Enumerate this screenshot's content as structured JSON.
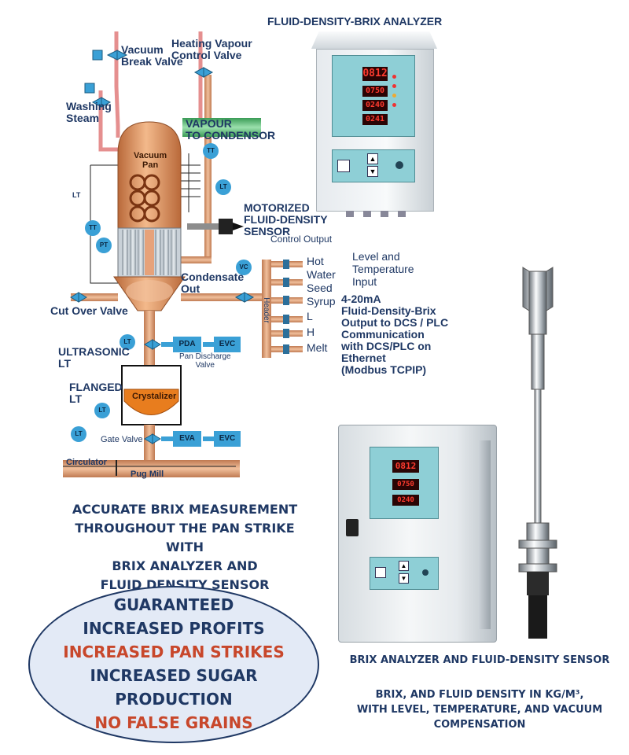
{
  "analyzer_title": "FLUID-DENSITY-BRIX ANALYZER",
  "labels": {
    "vacuum_break_valve": [
      "Vacuum",
      "Break Valve"
    ],
    "heating_vapour_control_valve": [
      "Heating Vapour",
      "Control Valve"
    ],
    "washing_steam": [
      "Washing",
      "Steam"
    ],
    "vapour_to_condensor": [
      "VAPOUR",
      "TO CONDENSOR"
    ],
    "vacuum_pan": [
      "Vacuum",
      "Pan"
    ],
    "motorized_sensor": [
      "MOTORIZED",
      "FLUID-DENSITY",
      "SENSOR"
    ],
    "control_output": "Control Output",
    "condensate_out": [
      "Condensate",
      "Out"
    ],
    "cut_over_valve": "Cut Over Valve",
    "header": "Header",
    "ultrasonic_lt": [
      "ULTRASONIC",
      "LT"
    ],
    "flanged_lt": [
      "FLANGED",
      "LT"
    ],
    "crystalizer": "Crystalizer",
    "pan_discharge_valve": [
      "Pan Discharge",
      "Valve"
    ],
    "gate_valve": "Gate Valve",
    "circulator": "Circulator",
    "pug_mill": "Pug Mill",
    "inputs": [
      "Hot",
      "Water",
      "Seed",
      "Syrup",
      "L",
      "H",
      "Melt"
    ],
    "level_temp_input": [
      "Level and",
      "Temperature",
      "Input"
    ],
    "output_text": [
      "4-20mA",
      "Fluid-Density-Brix",
      "Output to DCS / PLC",
      "Communication",
      "with DCS/PLC on",
      "Ethernet",
      "(Modbus TCPIP)"
    ]
  },
  "instruments": {
    "tt": "TT",
    "lt": "LT",
    "pt": "PT",
    "vc": "VC",
    "pda": "PDA",
    "evc": "EVC",
    "eva": "EVA"
  },
  "panel_readouts": [
    "0812",
    "0750",
    "0240",
    "0241"
  ],
  "panel2_readouts": [
    "0812",
    "0750",
    "0240"
  ],
  "captions": {
    "left": [
      "ACCURATE BRIX MEASUREMENT",
      "THROUGHOUT THE PAN STRIKE WITH",
      "BRIX ANALYZER AND",
      "FLUID DENSITY SENSOR"
    ],
    "product": "BRIX ANALYZER AND FLUID-DENSITY SENSOR",
    "units": [
      "BRIX, AND FLUID DENSITY IN KG/M³,",
      "WITH LEVEL, TEMPERATURE, AND VACUUM",
      "COMPENSATION"
    ]
  },
  "benefits": [
    {
      "text": "GUARANTEED",
      "color": "#1f3864"
    },
    {
      "text": "INCREASED PROFITS",
      "color": "#1f3864"
    },
    {
      "text": "INCREASED PAN STRIKES",
      "color": "#c8472b"
    },
    {
      "text": "INCREASED SUGAR",
      "color": "#1f3864"
    },
    {
      "text": "PRODUCTION",
      "color": "#1f3864"
    },
    {
      "text": "NO FALSE GRAINS",
      "color": "#c8472b"
    }
  ],
  "colors": {
    "pipe_copper": "#d9936a",
    "pipe_red": "#e58f8f",
    "vapour_green": "#4cae6a",
    "instrument_blue": "#3aa0d6",
    "crystalizer_orange": "#e87d1e",
    "text_navy": "#1f3864",
    "accent_red": "#c8472b",
    "ellipse_fill": "#e3eaf6"
  }
}
